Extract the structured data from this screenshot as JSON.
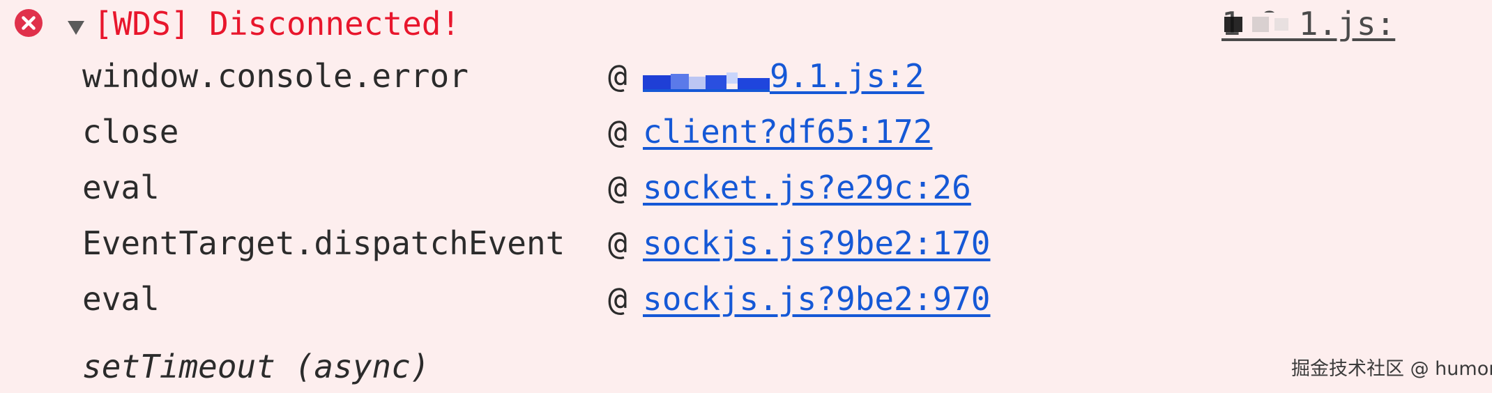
{
  "console": {
    "error_message": "[WDS] Disconnected!",
    "source_link": "1.9.1.js:",
    "stack": [
      {
        "function": "window.console.error",
        "at": "@",
        "link": "9.1.js:2"
      },
      {
        "function": "close",
        "at": "@",
        "link": "client?df65:172"
      },
      {
        "function": "eval",
        "at": "@",
        "link": "socket.js?e29c:26"
      },
      {
        "function": "EventTarget.dispatchEvent",
        "at": "@",
        "link": "sockjs.js?9be2:170"
      },
      {
        "function": "eval",
        "at": "@",
        "link": "sockjs.js?9be2:970"
      }
    ],
    "async_label": "setTimeout (async)"
  },
  "watermark": "掘金技术社区 @ humor",
  "colors": {
    "background": "#fdeeee",
    "error_text": "#e8162c",
    "error_icon": "#e0314b",
    "link": "#1558d6",
    "text": "#2b2b2b"
  },
  "icons": {
    "error": "error-circle-icon",
    "toggle": "triangle-down-icon"
  }
}
